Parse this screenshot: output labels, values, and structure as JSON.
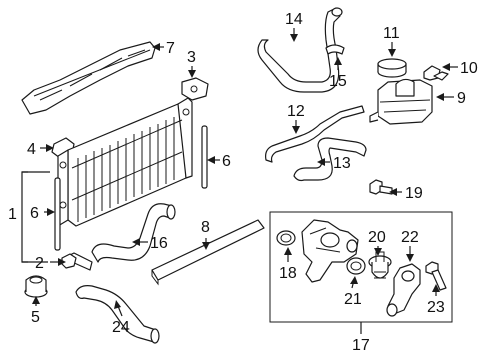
{
  "callouts": {
    "c1": "1",
    "c2": "2",
    "c3": "3",
    "c4": "4",
    "c5": "5",
    "c6a": "6",
    "c6b": "6",
    "c7": "7",
    "c8": "8",
    "c9": "9",
    "c10": "10",
    "c11": "11",
    "c12": "12",
    "c13": "13",
    "c14": "14",
    "c15": "15",
    "c16": "16",
    "c17": "17",
    "c18": "18",
    "c19": "19",
    "c20": "20",
    "c21": "21",
    "c22": "22",
    "c23": "23",
    "c24": "24"
  },
  "colors": {
    "line": "#1a1a1a",
    "text": "#111111",
    "background": "#ffffff"
  }
}
